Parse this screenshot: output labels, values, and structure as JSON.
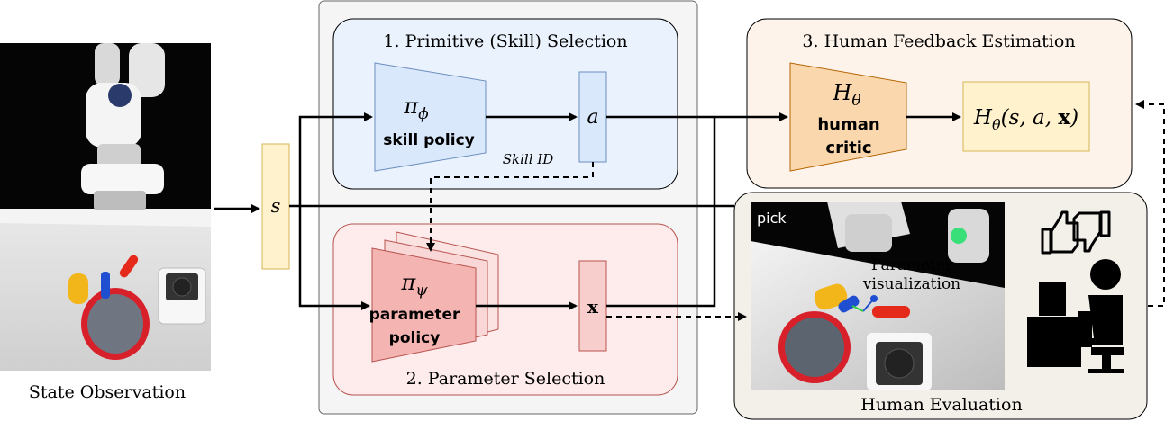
{
  "state_observation": {
    "caption": "State Observation"
  },
  "state_box": {
    "label": "s"
  },
  "skill_section": {
    "title": "1. Primitive (Skill) Selection",
    "policy_symbol": "π",
    "policy_subscript": "ϕ",
    "policy_name": "skill policy",
    "output_label": "a",
    "skill_id_label": "Skill ID"
  },
  "parameter_section": {
    "title": "2. Parameter Selection",
    "policy_symbol": "π",
    "policy_subscript": "ψ",
    "policy_name_line1": "parameter",
    "policy_name_line2": "policy",
    "output_label": "x"
  },
  "feedback_section": {
    "title": "3. Human Feedback Estimation",
    "critic_symbol": "H",
    "critic_subscript": "θ",
    "critic_name_line1": "human",
    "critic_name_line2": "critic",
    "output_H": "H",
    "output_sub": "θ",
    "output_args_open": "(s, a, ",
    "output_x": "x",
    "output_args_close": ")"
  },
  "human_evaluation": {
    "caption": "Human Evaluation",
    "tag": "pick",
    "param_vis_line1": "Parameter",
    "param_vis_line2": "visualization"
  },
  "colors": {
    "skill_fill": "#dae8fc",
    "skill_stroke": "#6c8ebf",
    "param_fill": "#f8cecc",
    "param_stroke": "#b85450",
    "critic_fill": "#fad7ac",
    "critic_stroke": "#b46504",
    "state_fill": "#fff2cc",
    "state_stroke": "#d6b656",
    "gray_panel": "#f5f5f5"
  }
}
